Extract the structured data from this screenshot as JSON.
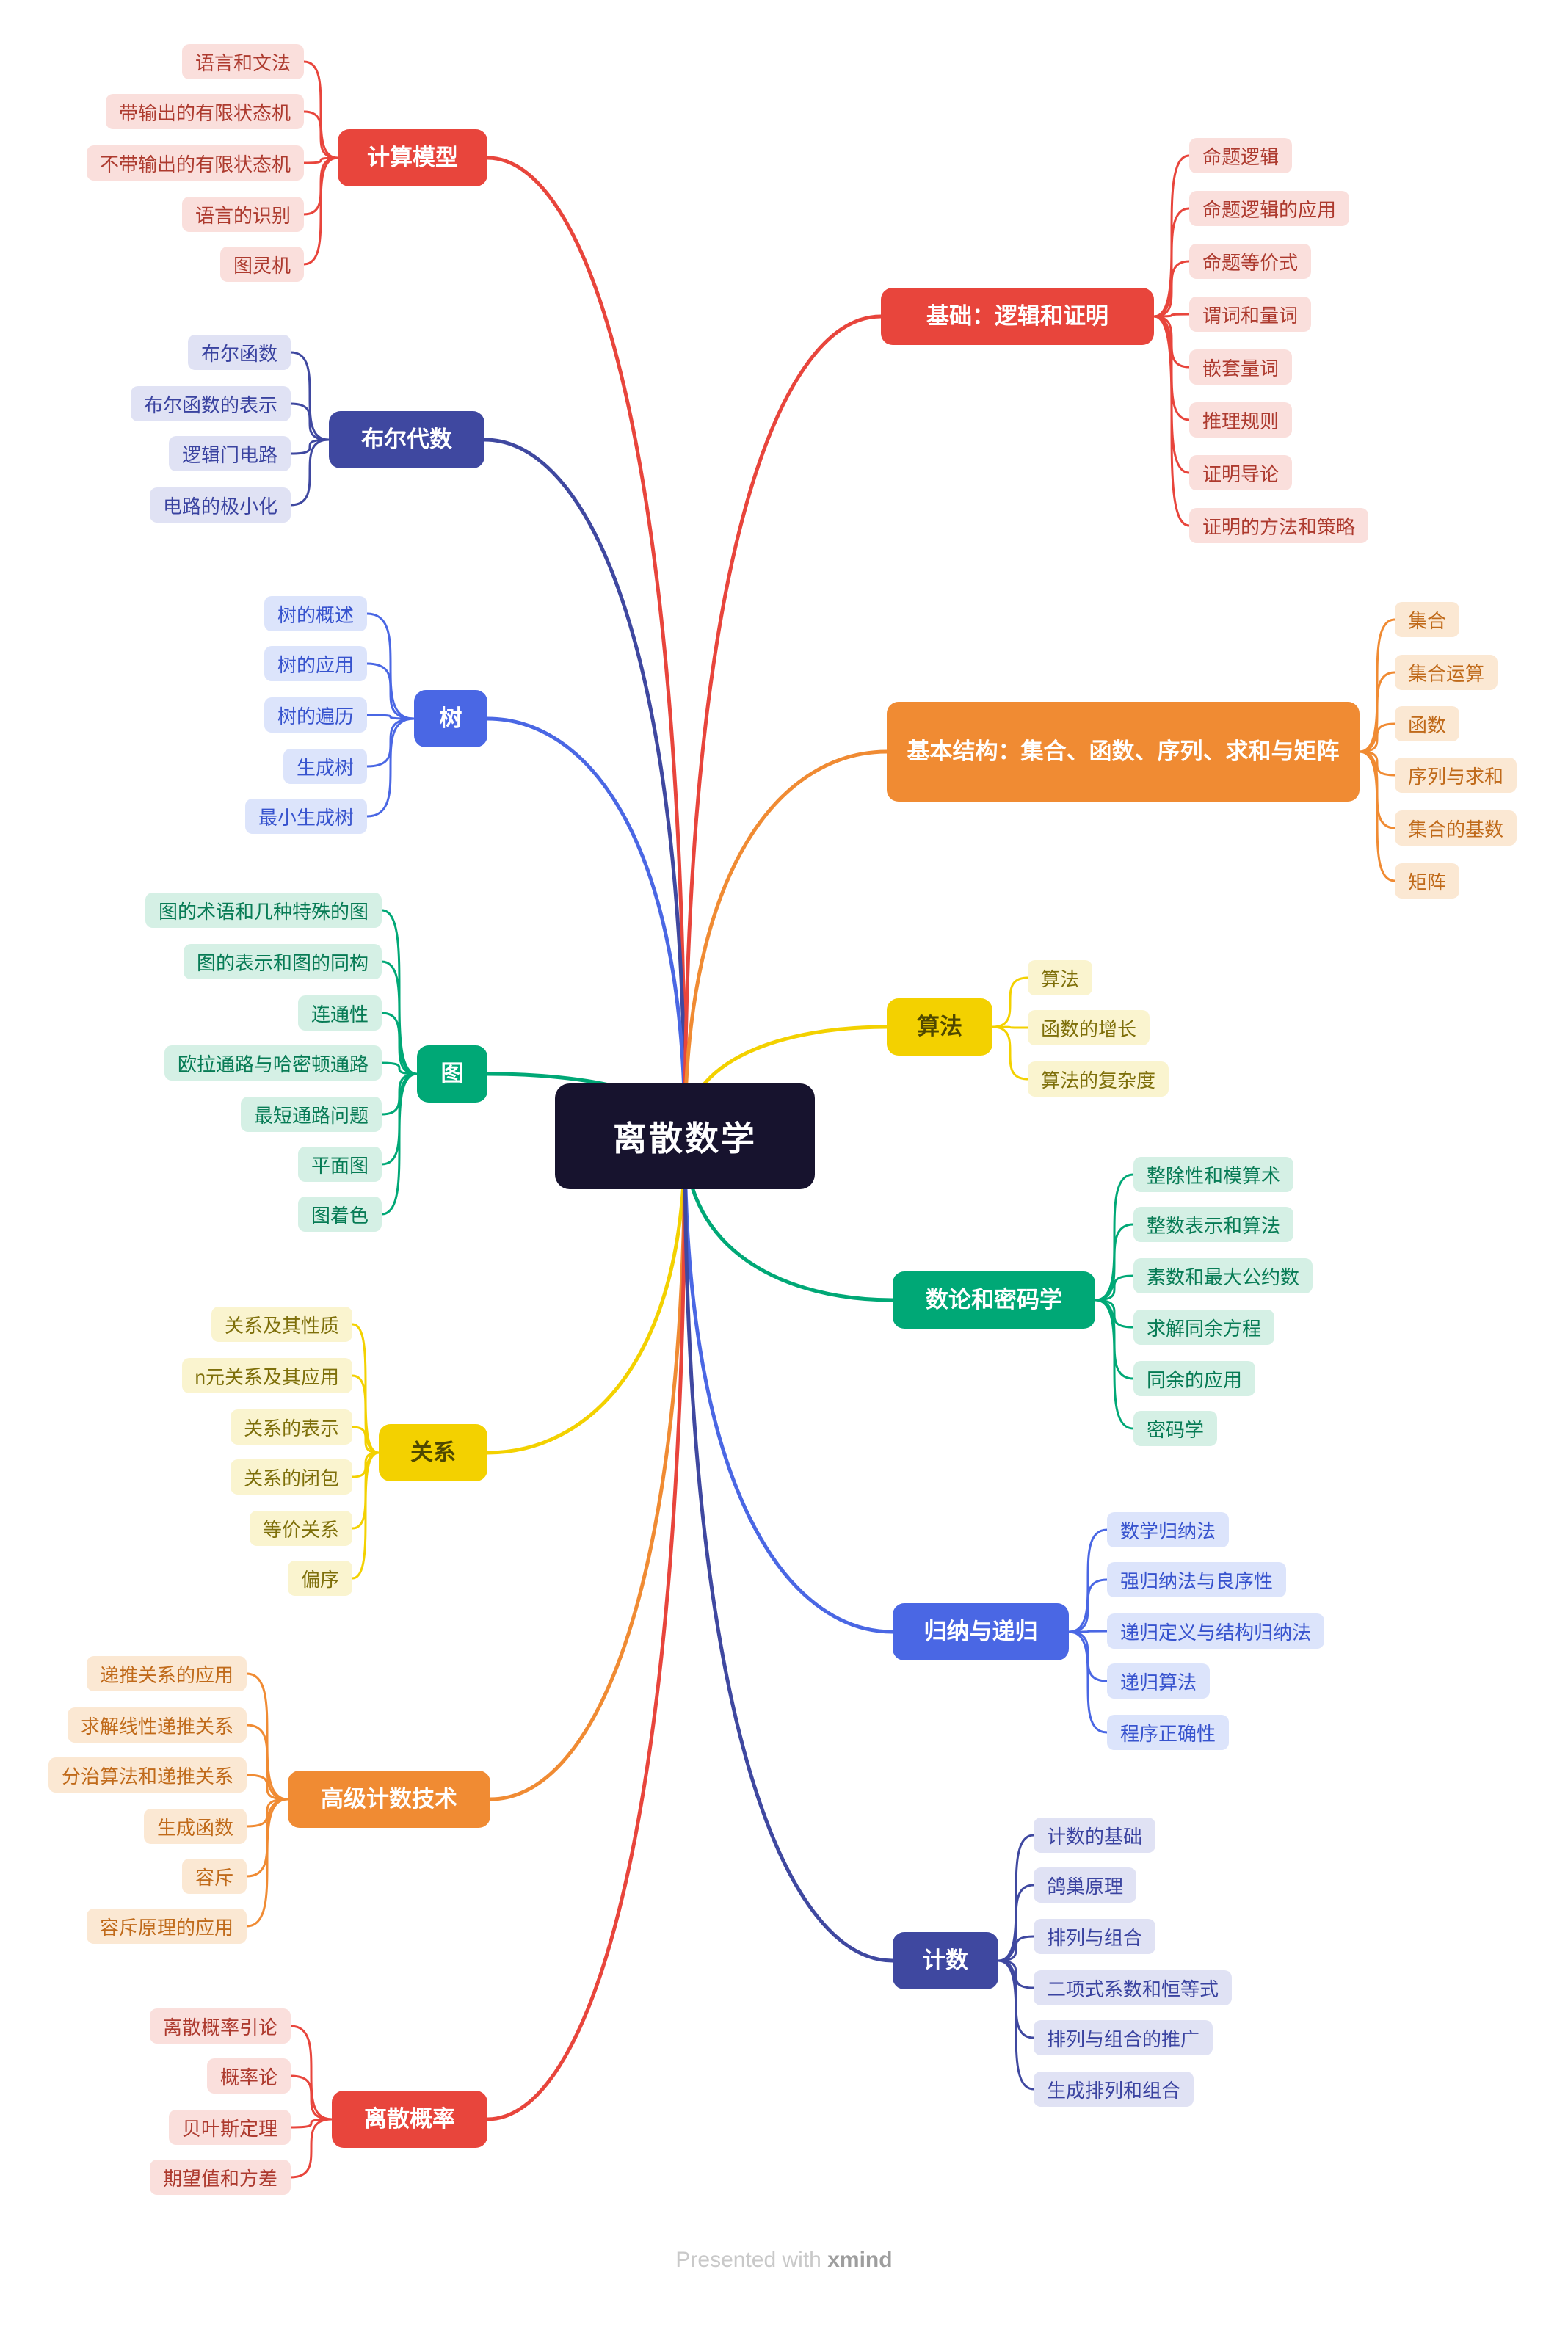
{
  "root": {
    "label": "离散数学"
  },
  "footer": {
    "prefix": "Presented with",
    "brand": "xmind"
  },
  "palette": {
    "central": {
      "solid": "#17132E",
      "solid_text": "#FFFFFF"
    },
    "red": {
      "solid": "#E8453C",
      "solid_text": "#FFFFFF",
      "light": "#FADFDC",
      "light_text": "#AD3A2E"
    },
    "indigo": {
      "solid": "#3F48A0",
      "solid_text": "#FFFFFF",
      "light": "#E0E2F4",
      "light_text": "#3A43A0"
    },
    "blue": {
      "solid": "#4A67E4",
      "solid_text": "#FFFFFF",
      "light": "#DCE4FB",
      "light_text": "#3753CE"
    },
    "green": {
      "solid": "#00A876",
      "solid_text": "#FFFFFF",
      "light": "#D5F0E5",
      "light_text": "#077B55"
    },
    "yellow": {
      "solid": "#F3D100",
      "solid_text": "#4F4800",
      "light": "#FAF4CF",
      "light_text": "#7E6F0A"
    },
    "orange": {
      "solid": "#F08B33",
      "solid_text": "#FFFFFF",
      "light": "#FBE8D3",
      "light_text": "#C06A1A"
    }
  },
  "branches": [
    {
      "id": "computation-models",
      "label": "计算模型",
      "color": "red",
      "children": [
        "语言和文法",
        "带输出的有限状态机",
        "不带输出的有限状态机",
        "语言的识别",
        "图灵机"
      ]
    },
    {
      "id": "boolean-algebra",
      "label": "布尔代数",
      "color": "indigo",
      "children": [
        "布尔函数",
        "布尔函数的表示",
        "逻辑门电路",
        "电路的极小化"
      ]
    },
    {
      "id": "trees",
      "label": "树",
      "color": "blue",
      "children": [
        "树的概述",
        "树的应用",
        "树的遍历",
        "生成树",
        "最小生成树"
      ]
    },
    {
      "id": "graphs",
      "label": "图",
      "color": "green",
      "children": [
        "图的术语和几种特殊的图",
        "图的表示和图的同构",
        "连通性",
        "欧拉通路与哈密顿通路",
        "最短通路问题",
        "平面图",
        "图着色"
      ]
    },
    {
      "id": "relations",
      "label": "关系",
      "color": "yellow",
      "children": [
        "关系及其性质",
        "n元关系及其应用",
        "关系的表示",
        "关系的闭包",
        "等价关系",
        "偏序"
      ]
    },
    {
      "id": "advanced-counting",
      "label": "高级计数技术",
      "color": "orange",
      "children": [
        "递推关系的应用",
        "求解线性递推关系",
        "分治算法和递推关系",
        "生成函数",
        "容斥",
        "容斥原理的应用"
      ]
    },
    {
      "id": "discrete-probability",
      "label": "离散概率",
      "color": "red",
      "children": [
        "离散概率引论",
        "概率论",
        "贝叶斯定理",
        "期望值和方差"
      ]
    },
    {
      "id": "logic-and-proofs",
      "label": "基础：逻辑和证明",
      "color": "red",
      "children": [
        "命题逻辑",
        "命题逻辑的应用",
        "命题等价式",
        "谓词和量词",
        "嵌套量词",
        "推理规则",
        "证明导论",
        "证明的方法和策略"
      ]
    },
    {
      "id": "basic-structures",
      "label": "基本结构：集合、函数、序列、求和与矩阵",
      "color": "orange",
      "children": [
        "集合",
        "集合运算",
        "函数",
        "序列与求和",
        "集合的基数",
        "矩阵"
      ]
    },
    {
      "id": "algorithms",
      "label": "算法",
      "color": "yellow",
      "children": [
        "算法",
        "函数的增长",
        "算法的复杂度"
      ]
    },
    {
      "id": "number-theory-cryptography",
      "label": "数论和密码学",
      "color": "green",
      "children": [
        "整除性和模算术",
        "整数表示和算法",
        "素数和最大公约数",
        "求解同余方程",
        "同余的应用",
        "密码学"
      ]
    },
    {
      "id": "induction-recursion",
      "label": "归纳与递归",
      "color": "blue",
      "children": [
        "数学归纳法",
        "强归纳法与良序性",
        "递归定义与结构归纳法",
        "递归算法",
        "程序正确性"
      ]
    },
    {
      "id": "counting",
      "label": "计数",
      "color": "indigo",
      "children": [
        "计数的基础",
        "鸽巢原理",
        "排列与组合",
        "二项式系数和恒等式",
        "排列与组合的推广",
        "生成排列和组合"
      ]
    }
  ]
}
